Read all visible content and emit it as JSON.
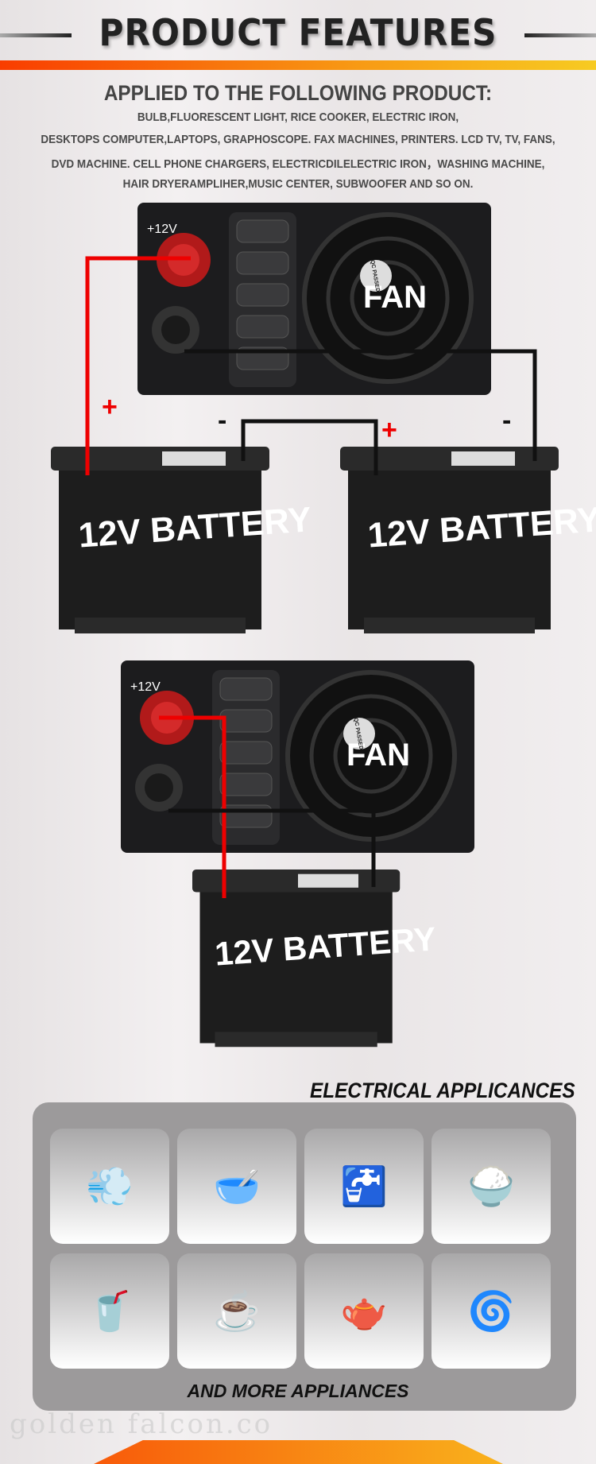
{
  "header": {
    "title": "PRODUCT FEATURES"
  },
  "applied": {
    "heading": "APPLIED TO THE FOLLOWING PRODUCT:",
    "lines": [
      "BULB,FLUORESCENT LIGHT, RICE COOKER, ELECTRIC IRON,",
      "DESKTOPS COMPUTER,LAPTOPS, GRAPHOSCOPE. FAX MACHINES, PRINTERS. LCD TV, TV, FANS,",
      "DVD MACHINE. CELL PHONE CHARGERS, ELECTRICDILELECTRIC IRON，WASHING MACHINE,",
      "HAIR DRYERAMPLIHER,MUSIC CENTER, SUBWOOFER AND SO ON."
    ]
  },
  "diagram": {
    "terminal_label": "+12V",
    "fan_label": "FAN",
    "qc_label": "QC PASSED",
    "battery_label": "12V BATTERY",
    "plus": "+",
    "minus": "-"
  },
  "appliances": {
    "heading": "ELECTRICAL APPLICANCES",
    "footer": "AND MORE APPLIANCES",
    "items": [
      {
        "name": "hair-dryer",
        "icon": "💨"
      },
      {
        "name": "stand-mixer",
        "icon": "🥣"
      },
      {
        "name": "water-dispenser",
        "icon": "🚰"
      },
      {
        "name": "rice-cooker",
        "icon": "🍚"
      },
      {
        "name": "blender",
        "icon": "🥤"
      },
      {
        "name": "coffee-machine",
        "icon": "☕"
      },
      {
        "name": "electric-kettle",
        "icon": "🫖"
      },
      {
        "name": "standing-fan",
        "icon": "🌀"
      }
    ]
  },
  "watermark": "golden falcon.co",
  "colors": {
    "accent_start": "#f93d00",
    "accent_end": "#f7cb22",
    "wire_pos": "#e00000",
    "wire_neg": "#111111"
  }
}
